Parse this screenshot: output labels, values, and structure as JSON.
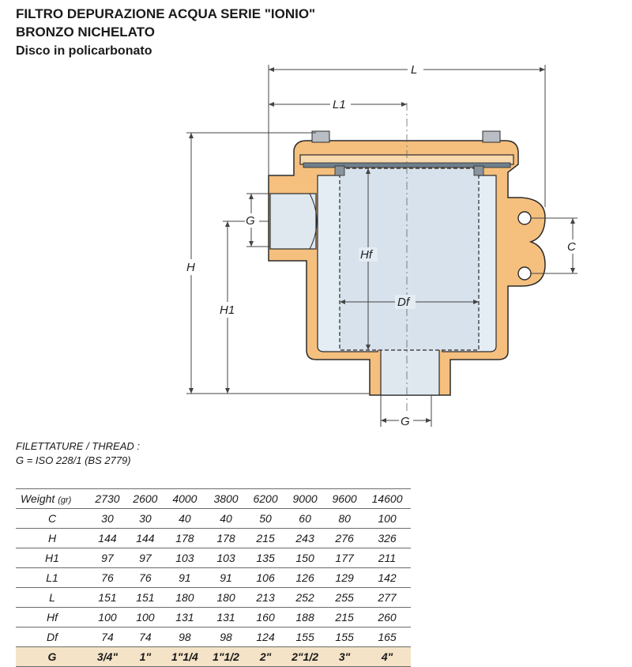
{
  "header": {
    "title": "FILTRO DEPURAZIONE ACQUA SERIE \"IONIO\"",
    "subtitle": "BRONZO NICHELATO",
    "disc": "Disco in policarbonato"
  },
  "drawing": {
    "labels": {
      "L": "L",
      "L1": "L1",
      "G_side": "G",
      "G_bottom": "G",
      "H": "H",
      "H1": "H1",
      "Hf": "Hf",
      "Df": "Df",
      "C": "C"
    },
    "colors": {
      "bronze": "#f5bf7e",
      "bronze_dark": "#c98a45",
      "glass": "#e4ecf4",
      "outline": "#2b2b2b",
      "dimension": "#444444"
    }
  },
  "threads": {
    "line1": "FILETTATURE / THREAD :",
    "line2": "G = ISO 228/1 (BS 2779)"
  },
  "table": {
    "weight_label": "Weight",
    "weight_unit": "(gr)",
    "weights": [
      "2730",
      "2600",
      "4000",
      "3800",
      "6200",
      "9000",
      "9600",
      "14600"
    ],
    "rows": [
      {
        "label": "C",
        "values": [
          "30",
          "30",
          "40",
          "40",
          "50",
          "60",
          "80",
          "100"
        ]
      },
      {
        "label": "H",
        "values": [
          "144",
          "144",
          "178",
          "178",
          "215",
          "243",
          "276",
          "326"
        ]
      },
      {
        "label": "H1",
        "values": [
          "97",
          "97",
          "103",
          "103",
          "135",
          "150",
          "177",
          "211"
        ]
      },
      {
        "label": "L1",
        "values": [
          "76",
          "76",
          "91",
          "91",
          "106",
          "126",
          "129",
          "142"
        ]
      },
      {
        "label": "L",
        "values": [
          "151",
          "151",
          "180",
          "180",
          "213",
          "252",
          "255",
          "277"
        ]
      },
      {
        "label": "Hf",
        "values": [
          "100",
          "100",
          "131",
          "131",
          "160",
          "188",
          "215",
          "260"
        ]
      },
      {
        "label": "Df",
        "values": [
          "74",
          "74",
          "98",
          "98",
          "124",
          "155",
          "155",
          "165"
        ]
      }
    ],
    "g_row": {
      "label": "G",
      "values": [
        "3/4\"",
        "1\"",
        "1\"1/4",
        "1\"1/2",
        "2\"",
        "2\"1/2",
        "3\"",
        "4\""
      ]
    }
  }
}
